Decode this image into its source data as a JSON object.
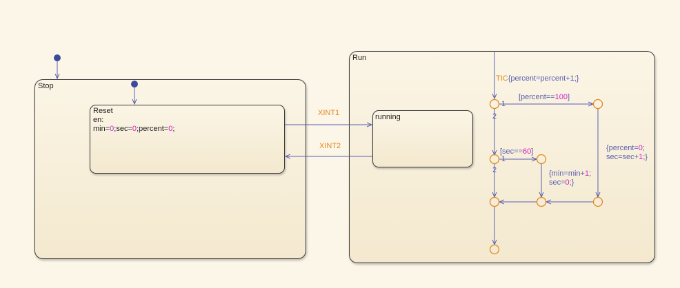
{
  "states": {
    "stop": {
      "name": "Stop"
    },
    "reset": {
      "name": "Reset",
      "entry_label": "en:",
      "entry_action": {
        "p1": "min=",
        "v1": "0",
        "p2": ";sec=",
        "v2": "0",
        "p3": ";percent=",
        "v3": "0",
        "p4": ";"
      }
    },
    "run": {
      "name": "Run"
    },
    "running": {
      "name": "running"
    }
  },
  "transitions": {
    "xint1": "XINT1",
    "xint2": "XINT2",
    "tic": {
      "event": "TIC",
      "action": "{percent=percent+1;}"
    },
    "percent_cond": {
      "pre": "[percent==",
      "value": "100",
      "post": "]"
    },
    "sec_cond": {
      "pre": "[sec==",
      "value": "60",
      "post": "]"
    },
    "percent_reset": {
      "l1_pre": "{percent=",
      "l1_val": "0",
      "l1_post": ";",
      "l2_pre": "sec=sec+",
      "l2_val": "1",
      "l2_post": ";}"
    },
    "min_inc": {
      "l1_pre": "{min=min+",
      "l1_val": "1",
      "l1_post": ";",
      "l2_pre": "sec=",
      "l2_val": "0",
      "l2_post": ";}"
    },
    "order_labels": {
      "a1": "1",
      "a2": "2",
      "b1": "1",
      "b2": "2"
    }
  },
  "colors": {
    "background": "#fcf6e8",
    "event": "#e0891f",
    "number": "#d21fc8",
    "action": "#5a5fb0",
    "junction": "#e0891f",
    "default_dot": "#3c4a9c"
  }
}
